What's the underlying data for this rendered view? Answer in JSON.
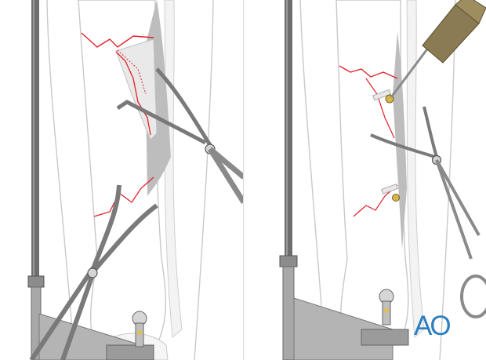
{
  "figure": {
    "panels": [
      {
        "id": "left",
        "content": "reduction-with-pointed-reduction-forceps"
      },
      {
        "id": "right",
        "content": "lag-screw-insertion-with-screwdriver"
      }
    ],
    "colors": {
      "bone": "#ffffff",
      "bone_outline": "#c8c8c8",
      "fracture_line": "#e3202a",
      "fragment_shadow": "#bdbdbd",
      "steel": "#8c8c8c",
      "screwdriver": "#8a7b52",
      "logo": "#2d7fc1"
    },
    "icons": [
      "pointed-reduction-forceps-icon",
      "screwdriver-icon",
      "external-fixator-rod-icon",
      "lag-screw-icon"
    ]
  },
  "logo": {
    "text": "AO"
  }
}
